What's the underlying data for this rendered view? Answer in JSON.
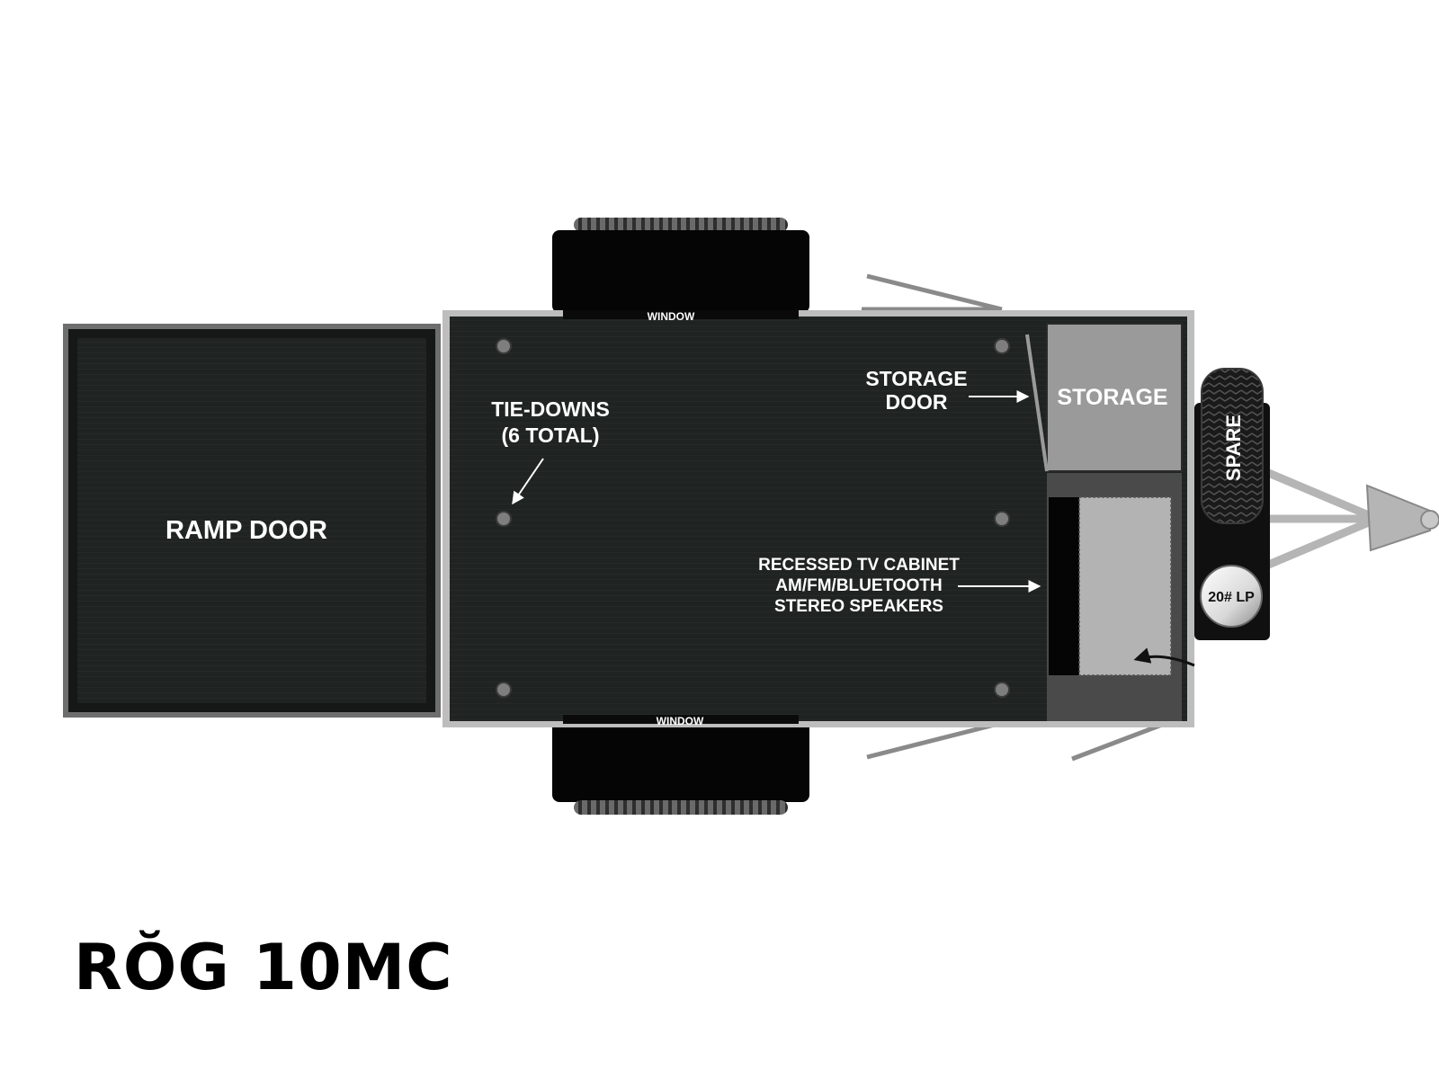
{
  "model": {
    "title": "RŎG 10MC"
  },
  "labels": {
    "ramp_door": "RAMP DOOR",
    "tie_downs_line1": "TIE-DOWNS",
    "tie_downs_line2": "(6 TOTAL)",
    "window_top": "WINDOW",
    "window_bottom": "WINDOW",
    "storage_door_line1": "STORAGE",
    "storage_door_line2": "DOOR",
    "storage": "STORAGE",
    "spare": "SPARE",
    "lp_tank": "20# LP",
    "tv_line1": "RECESSED TV CABINET",
    "tv_line2": "AM/FM/BLUETOOTH",
    "tv_line3": "STEREO SPEAKERS"
  },
  "colors": {
    "floor": "#1f2322",
    "frame": "#bdbdbd",
    "storage": "#9a9a9a",
    "tv_panel": "#b3b3b3",
    "hitch": "#b5b5b5",
    "tire": "#050505"
  }
}
